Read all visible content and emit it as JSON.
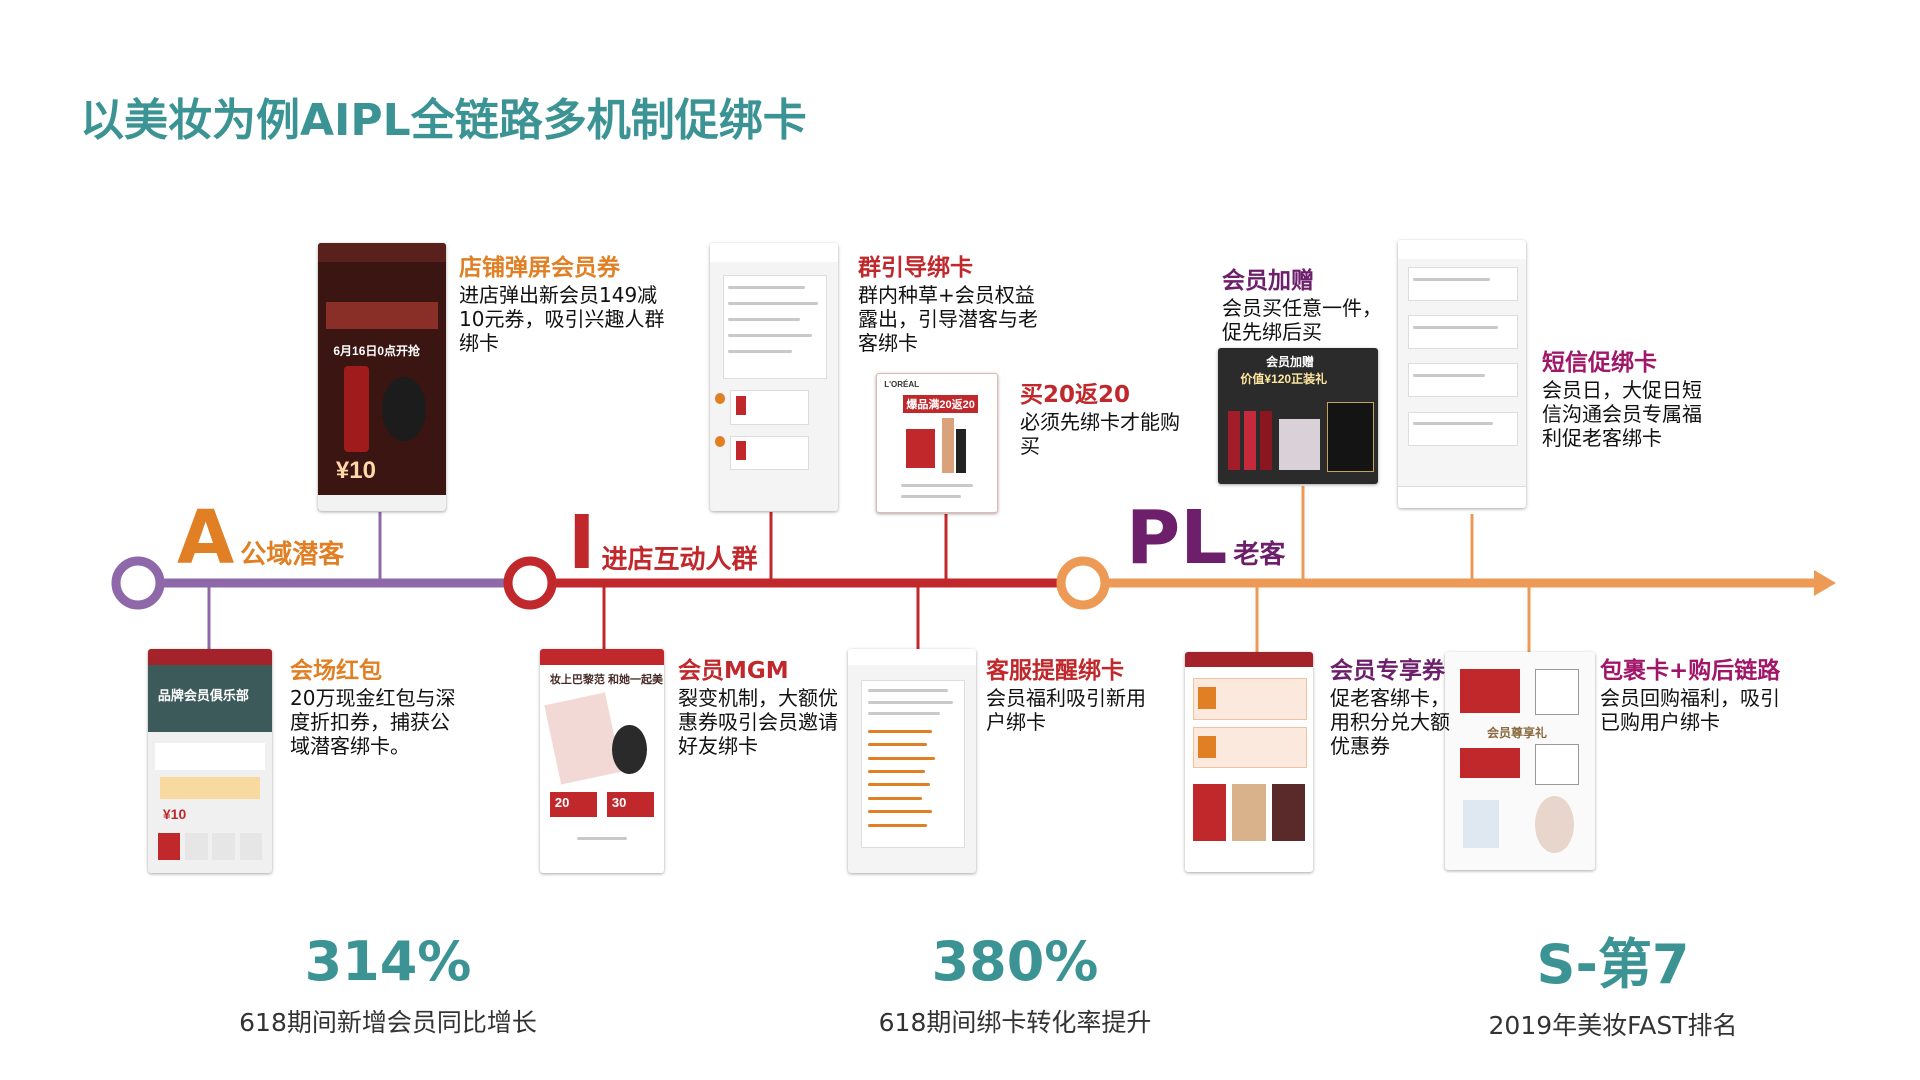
{
  "title": "以美妆为例AIPL全链路多机制促绑卡",
  "colors": {
    "title_teal": "#3b9393",
    "stage_a_purple": "#8e68a8",
    "stage_i_red": "#c0282c",
    "stage_pl_orange": "#ec9a55",
    "heading_orange": "#e07f24",
    "heading_red": "#c0282c",
    "heading_purple": "#6e1f6b",
    "heading_pink": "#a0176a",
    "stage_pl_purple": "#6e1f6b"
  },
  "stages": {
    "a": {
      "letter": "A",
      "label": "公域潜客"
    },
    "i": {
      "letter": "I",
      "label": "进店互动人群"
    },
    "pl": {
      "letter": "PL",
      "label": "老客"
    }
  },
  "mechanisms": {
    "popup": {
      "title": "店铺弹屏会员券",
      "desc": "进店弹出新会员149减10元券，吸引兴趣人群绑卡"
    },
    "redpacket": {
      "title": "会场红包",
      "desc": "20万现金红包与深度折扣券，捕获公域潜客绑卡。"
    },
    "group": {
      "title": "群引导绑卡",
      "desc": "群内种草+会员权益露出，引导潜客与老客绑卡"
    },
    "buy20": {
      "title": "买20返20",
      "desc": "必须先绑卡才能购买"
    },
    "mgm": {
      "title": "会员MGM",
      "desc": "裂变机制，大额优惠券吸引会员邀请好友绑卡"
    },
    "service": {
      "title": "客服提醒绑卡",
      "desc": "会员福利吸引新用户绑卡"
    },
    "gift": {
      "title": "会员加赠",
      "desc": "会员买任意一件，促先绑后买"
    },
    "sms": {
      "title": "短信促绑卡",
      "desc": "会员日，大促日短信沟通会员专属福利促老客绑卡"
    },
    "exclusive": {
      "title": "会员专享券",
      "desc": "促老客绑卡，用积分兑大额优惠券"
    },
    "package": {
      "title": "包裹卡+购后链路",
      "desc": "会员回购福利，吸引已购用户绑卡"
    }
  },
  "screens": {
    "popup": {
      "date_text": "6月16日0点开抢",
      "amount": "¥10",
      "icon": "phone-screenshot-popup"
    },
    "redpacket": {
      "headline": "品牌会员俱乐部",
      "amount": "¥10",
      "icon": "phone-screenshot-redpacket"
    },
    "group": {
      "icon": "phone-screenshot-group-chat"
    },
    "buy20": {
      "brand": "L'ORÉAL",
      "banner": "爆品满20返20",
      "icon": "phone-screenshot-buy20"
    },
    "mgm": {
      "headline": "妆上巴黎范 和她一起美",
      "coupon_1": "20",
      "coupon_2": "30",
      "icon": "phone-screenshot-mgm"
    },
    "service": {
      "icon": "phone-screenshot-service-chat"
    },
    "gift": {
      "headline": "会员加赠",
      "subline": "价值¥120正装礼",
      "icon": "phone-screenshot-gift"
    },
    "sms": {
      "icon": "phone-screenshot-sms"
    },
    "exclusive": {
      "icon": "phone-screenshot-exclusive"
    },
    "package": {
      "headline": "会员尊享礼",
      "icon": "phone-screenshot-package-card"
    }
  },
  "stats": [
    {
      "value": "314%",
      "caption": "618期间新增会员同比增长"
    },
    {
      "value": "380%",
      "caption": "618期间绑卡转化率提升"
    },
    {
      "value": "S-第7",
      "caption": "2019年美妆FAST排名"
    }
  ]
}
